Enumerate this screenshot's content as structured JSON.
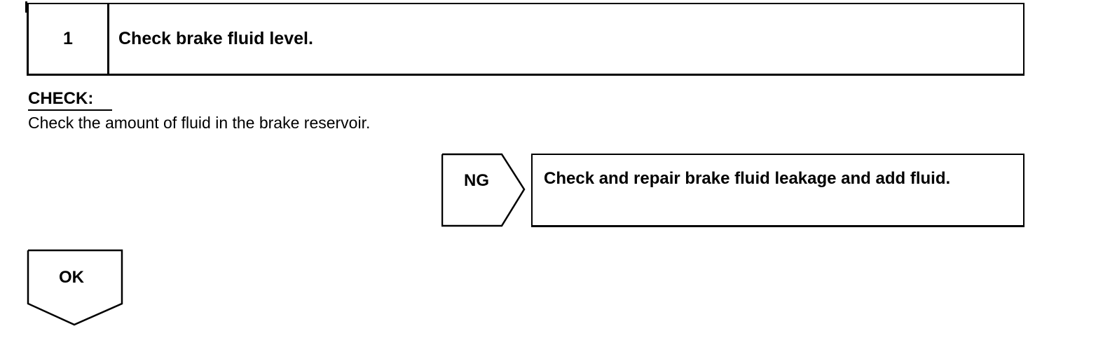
{
  "step": {
    "number": "1",
    "title": "Check brake fluid level."
  },
  "check": {
    "heading": "CHECK:",
    "text": "Check the amount of fluid in the brake reservoir."
  },
  "ng": {
    "label": "NG",
    "action": "Check and repair brake fluid leakage and add fluid."
  },
  "ok": {
    "label": "OK"
  }
}
